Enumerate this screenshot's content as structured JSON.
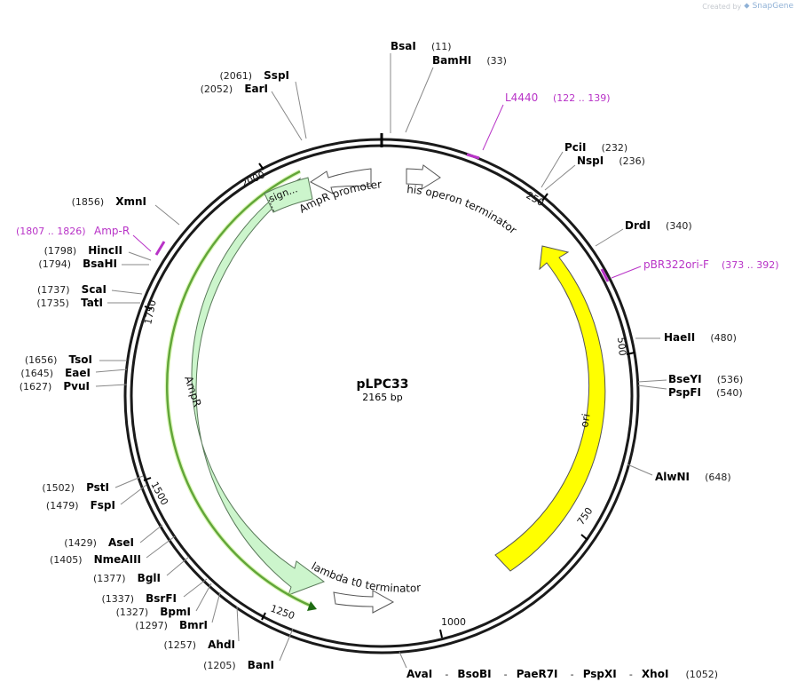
{
  "branding": {
    "created_by": "Created by",
    "product": "SnapGene"
  },
  "plasmid": {
    "name": "pLPC33",
    "length": "2165 bp"
  },
  "ticks": [
    "250",
    "500",
    "750",
    "1000",
    "1250",
    "1500",
    "1750",
    "2000"
  ],
  "features": {
    "his_operon_terminator": "his operon terminator",
    "ampr_promoter": "AmpR promoter",
    "signal": "sign...",
    "ampr": "AmpR",
    "lambda_t0_terminator": "lambda t0 terminator",
    "ori": "ori"
  },
  "primers": [
    {
      "name": "L4440",
      "range": "(122 .. 139)"
    },
    {
      "name": "pBR322ori-F",
      "range": "(373 .. 392)"
    },
    {
      "name": "Amp-R",
      "range": "(1807 .. 1826)"
    }
  ],
  "enzymes_right": [
    {
      "name": "BsaI",
      "pos": "(11)"
    },
    {
      "name": "BamHI",
      "pos": "(33)"
    },
    {
      "name": "PciI",
      "pos": "(232)"
    },
    {
      "name": "NspI",
      "pos": "(236)"
    },
    {
      "name": "DrdI",
      "pos": "(340)"
    },
    {
      "name": "HaeII",
      "pos": "(480)"
    },
    {
      "name": "BseYI",
      "pos": "(536)"
    },
    {
      "name": "PspFI",
      "pos": "(540)"
    },
    {
      "name": "AlwNI",
      "pos": "(648)"
    }
  ],
  "enzymes_bottom": {
    "names": [
      "AvaI",
      "BsoBI",
      "PaeR7I",
      "PspXI",
      "XhoI"
    ],
    "sep": "-",
    "pos": "(1052)"
  },
  "enzymes_left": [
    {
      "name": "SspI",
      "pos": "(2061)"
    },
    {
      "name": "EarI",
      "pos": "(2052)"
    },
    {
      "name": "XmnI",
      "pos": "(1856)"
    },
    {
      "name": "HincII",
      "pos": "(1798)"
    },
    {
      "name": "BsaHI",
      "pos": "(1794)"
    },
    {
      "name": "ScaI",
      "pos": "(1737)"
    },
    {
      "name": "TatI",
      "pos": "(1735)"
    },
    {
      "name": "TsoI",
      "pos": "(1656)"
    },
    {
      "name": "EaeI",
      "pos": "(1645)"
    },
    {
      "name": "PvuI",
      "pos": "(1627)"
    },
    {
      "name": "PstI",
      "pos": "(1502)"
    },
    {
      "name": "FspI",
      "pos": "(1479)"
    },
    {
      "name": "AseI",
      "pos": "(1429)"
    },
    {
      "name": "NmeAIII",
      "pos": "(1405)"
    },
    {
      "name": "BglI",
      "pos": "(1377)"
    },
    {
      "name": "BsrFI",
      "pos": "(1337)"
    },
    {
      "name": "BpmI",
      "pos": "(1327)"
    },
    {
      "name": "BmrI",
      "pos": "(1297)"
    },
    {
      "name": "AhdI",
      "pos": "(1257)"
    },
    {
      "name": "BanI",
      "pos": "(1205)"
    }
  ]
}
